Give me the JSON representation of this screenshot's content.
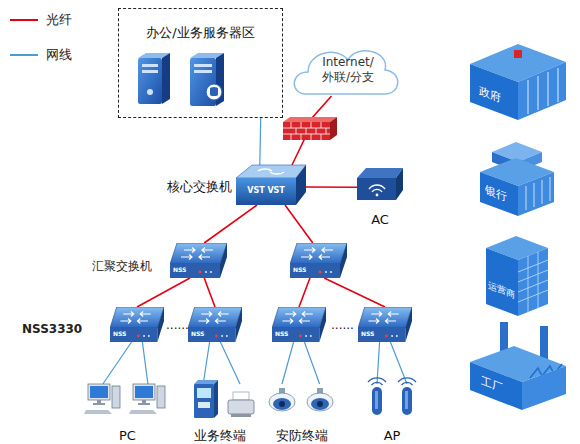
{
  "diagram": {
    "nodes": [
      {
        "text": [
          "办公/业务服务器区"
        ]
      },
      {
        "text": [
          "Internet/ 外联/分支"
        ]
      },
      {
        "text": [
          "核心交换机",
          "VST VST"
        ]
      },
      {
        "text": [
          "AC"
        ]
      },
      {
        "text": [
          "NSS"
        ]
      },
      {
        "text": [
          "NSS"
        ]
      },
      {
        "text": [
          "NSS"
        ]
      },
      {
        "text": [
          "NSS"
        ]
      },
      {
        "text": [
          "NSS"
        ]
      },
      {
        "text": [
          "NSS"
        ]
      },
      {
        "text": [
          "PC"
        ]
      },
      {
        "text": [
          "业务终端"
        ]
      },
      {
        "text": [
          "安防终端"
        ]
      },
      {
        "text": [
          "AP"
        ]
      }
    ],
    "edges": [
      {
        "from": 2,
        "to": 0,
        "arrow": "none"
      },
      {
        "from": 2,
        "to": 1,
        "arrow": "none"
      },
      {
        "from": 2,
        "to": 3,
        "arrow": "none"
      },
      {
        "from": 2,
        "to": 4,
        "arrow": "none"
      },
      {
        "from": 2,
        "to": 5,
        "arrow": "none"
      },
      {
        "from": 4,
        "to": 6,
        "arrow": "none"
      },
      {
        "from": 4,
        "to": 7,
        "arrow": "none"
      },
      {
        "from": 5,
        "to": 8,
        "arrow": "none"
      },
      {
        "from": 5,
        "to": 9,
        "arrow": "none"
      },
      {
        "from": 6,
        "to": 10,
        "arrow": "none"
      },
      {
        "from": 6,
        "to": 10,
        "arrow": "none"
      },
      {
        "from": 7,
        "to": 11,
        "arrow": "none"
      },
      {
        "from": 7,
        "to": 11,
        "arrow": "none"
      },
      {
        "from": 8,
        "to": 12,
        "arrow": "none"
      },
      {
        "from": 8,
        "to": 12,
        "arrow": "none"
      },
      {
        "from": 9,
        "to": 13,
        "arrow": "none"
      },
      {
        "from": 9,
        "to": 13,
        "arrow": "none"
      }
    ],
    "labels": [
      "汇聚交换机",
      "NSS3330",
      "......",
      "......",
      "政府",
      "银行",
      "运营商",
      "工厂"
    ],
    "legend": [
      {
        "text": "光纤"
      },
      {
        "text": "网线"
      }
    ]
  }
}
